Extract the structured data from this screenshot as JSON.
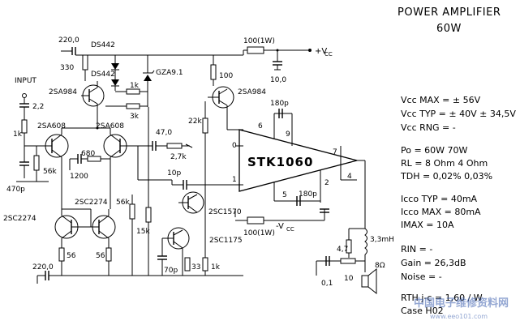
{
  "title": {
    "line1": "POWER AMPLIFIER",
    "line2": "60W"
  },
  "labels": {
    "input": "INPUT",
    "c_in": "2,2",
    "r_in": "1k",
    "c_470p": "470p",
    "r_56k_in": "56k",
    "q_2sa608_l": "2SA608",
    "q_2sa608_r": "2SA608",
    "r_680": "680",
    "c_1200": "1200",
    "q_2sc2274_l": "2SC2274",
    "q_2sc2274_r": "2SC2274",
    "r_56_l": "56",
    "r_56_r": "56",
    "c_220_top": "220,0",
    "c_220_bot": "220,0",
    "d_ds442_top": "DS442",
    "d_ds442_mid": "DS442",
    "r_330": "330",
    "q_2sa984_l": "2SA984",
    "q_2sa984_r": "2SA984",
    "z_gza91": "GZA9.1",
    "r_1k": "1k",
    "r_3k": "3k",
    "r_100": "100",
    "r_100w_top": "100(1W)",
    "vcc_pos": "+V",
    "vcc_pos_sub": "CC",
    "c_10": "10,0",
    "r_22k": "22k",
    "c_47": "47,0",
    "r_2_7k": "2,7k",
    "c_10p": "10p",
    "r_56k_mid": "56k",
    "r_15k": "15k",
    "q_2sc1570": "2SC1570",
    "q_2sc1175": "2SC1175",
    "c_70p": "70p",
    "r_33": "33",
    "r_1k_bot": "1k",
    "r_100w_bot": "100(1W)",
    "vcc_neg": "-V",
    "vcc_neg_sub": "CC",
    "c_180p_top": "180p",
    "c_180p_bot": "180p",
    "chip": "STK1060",
    "pin_0": "0",
    "pin_1": "1",
    "pin_2": "2",
    "pin_4": "4",
    "pin_5": "5",
    "pin_6": "6",
    "pin_7": "7",
    "pin_9": "9",
    "r_4_7": "4,7",
    "l_3_3mh": "3,3mH",
    "r_8ohm": "8Ω",
    "c_0_1": "0,1",
    "r_10": "10"
  },
  "specs": [
    "Vcc MAX = ± 56V",
    "Vcc TYP = ± 40V    ± 34,5V",
    "Vcc RNG =  -",
    "Po  = 60W          70W",
    "RL  = 8 Ohm       4 Ohm",
    "TDH = 0,02%       0,03%",
    "Icco TYP = 40mA",
    "Icco MAX = 80mA",
    "IMAX  =    10A",
    "RIN  =  -",
    "Gain = 26,3dB",
    "Noise =  -",
    "RTH j-c = 1,60 / W",
    "Case   H02"
  ],
  "watermark": {
    "text": "中国电子维修资料网",
    "sub": "www.eeo101.com"
  }
}
